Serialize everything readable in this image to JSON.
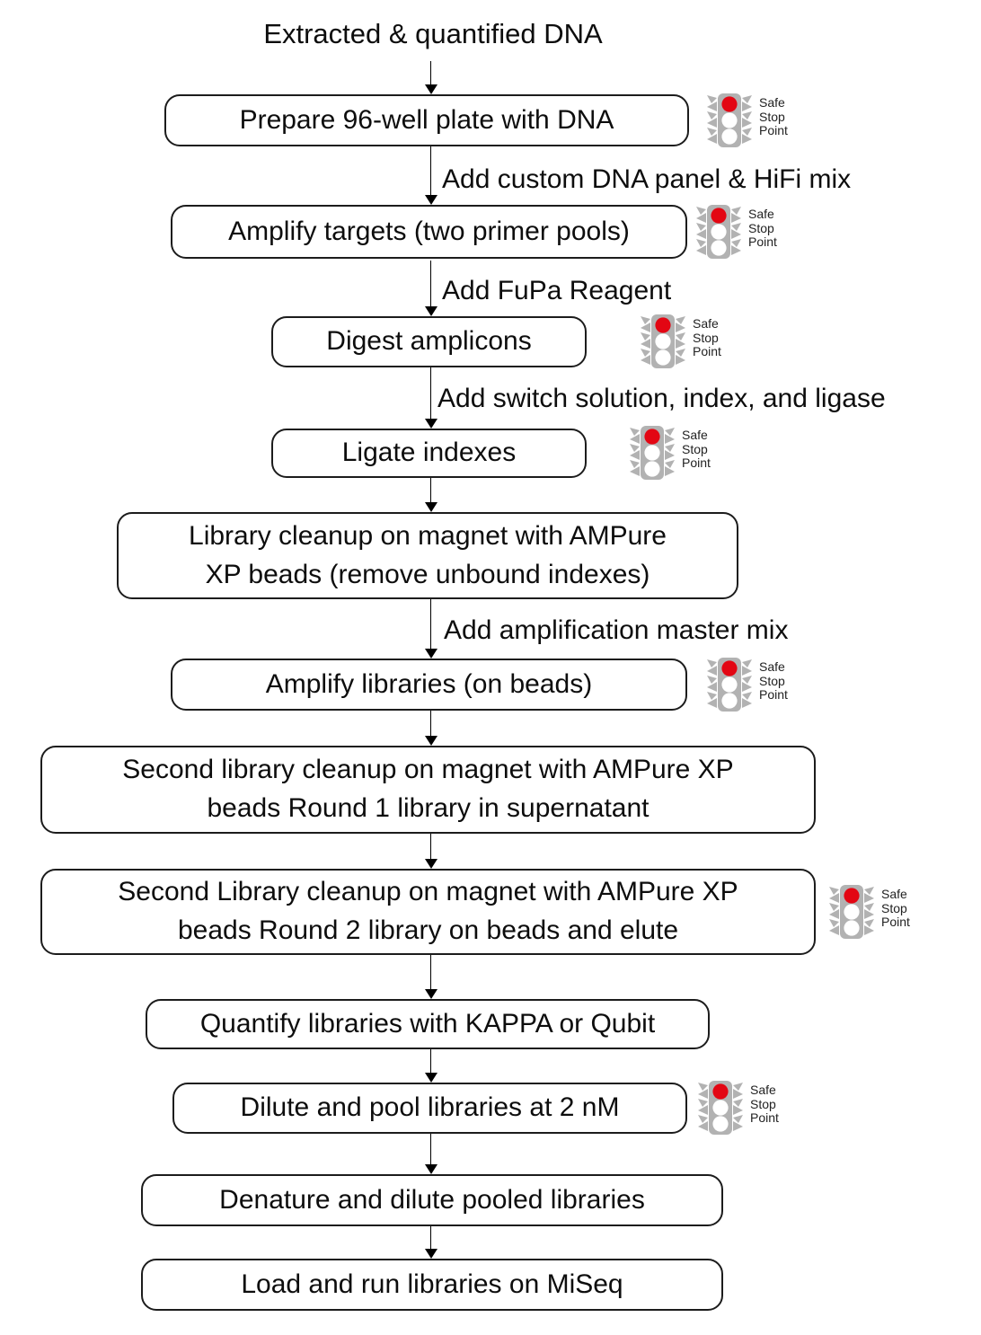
{
  "diagram": {
    "title": "Extracted & quantified DNA",
    "safe_stop_indicator": {
      "line1": "Safe",
      "line2": "Stop",
      "line3": "Point"
    },
    "steps": [
      {
        "name": "prepare-plate",
        "lines": [
          "Prepare 96-well plate with DNA"
        ],
        "safe_stop": true
      },
      {
        "name": "amplify-targets",
        "lines": [
          "Amplify targets (two primer pools)"
        ],
        "safe_stop": true,
        "arrow_label": "Add custom DNA panel & HiFi mix"
      },
      {
        "name": "digest-amplicons",
        "lines": [
          "Digest amplicons"
        ],
        "safe_stop": true,
        "arrow_label": "Add FuPa Reagent"
      },
      {
        "name": "ligate-indexes",
        "lines": [
          "Ligate indexes"
        ],
        "safe_stop": true,
        "arrow_label": "Add switch solution, index, and ligase"
      },
      {
        "name": "library-cleanup",
        "lines": [
          "Library cleanup on magnet with AMPure",
          "XP beads (remove unbound indexes)"
        ],
        "safe_stop": false
      },
      {
        "name": "amplify-libraries",
        "lines": [
          "Amplify libraries (on beads)"
        ],
        "safe_stop": true,
        "arrow_label": "Add amplification master mix"
      },
      {
        "name": "second-cleanup-round-1",
        "lines": [
          "Second library cleanup on magnet with AMPure XP",
          "beads Round 1 library in supernatant"
        ],
        "safe_stop": false
      },
      {
        "name": "second-cleanup-round-2",
        "lines": [
          "Second Library cleanup on magnet with AMPure XP",
          "beads Round 2 library on beads and elute"
        ],
        "safe_stop": true
      },
      {
        "name": "quantify-libraries",
        "lines": [
          "Quantify libraries with KAPPA or Qubit"
        ],
        "safe_stop": false
      },
      {
        "name": "dilute-pool",
        "lines": [
          "Dilute and pool libraries at 2 nM"
        ],
        "safe_stop": true
      },
      {
        "name": "denature-dilute",
        "lines": [
          "Denature and dilute pooled libraries"
        ],
        "safe_stop": false
      },
      {
        "name": "load-run-miseq",
        "lines": [
          "Load and run libraries on MiSeq"
        ],
        "safe_stop": false
      }
    ],
    "colors": {
      "signal_red": "#e30613",
      "traffic_light_gray": "#b2b2b2",
      "box_border": "#1c1c1c",
      "box_fill": "#ffffff",
      "text": "#111111"
    }
  }
}
